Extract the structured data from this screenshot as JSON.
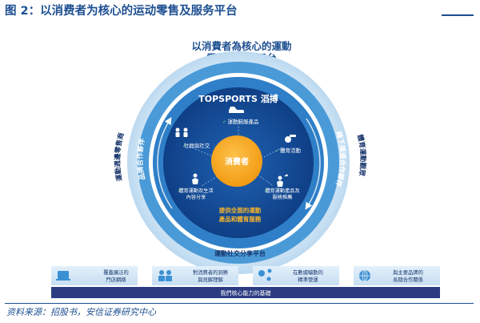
{
  "figure": {
    "title": "图 2：以消费者为核心的运动零售及服务平台",
    "source": "资料来源：招股书，安信证券研究中心"
  },
  "diagram": {
    "heading_line1": "以消費者為核心的運動",
    "heading_line2": "零售及服務平台",
    "brand": "TOPSPORTS 滔搏",
    "center": "消費者",
    "ring_left": "運動週邊零售商",
    "ring_left_inner": "品牌合作夥伴",
    "ring_right": "體育運動觀眾",
    "ring_right_inner": "線下渠道合作夥伴",
    "ring_bottom": "運動社交分享平台",
    "spoke_top": "運動鞋服產品",
    "spoke_left": "社群與社交",
    "spoke_right": "體育活動",
    "spoke_bottom_left_1": "體育運動及生活",
    "spoke_bottom_left_2": "內容分享",
    "spoke_bottom_right_1": "體育運動產品及",
    "spoke_bottom_right_2": "服務推薦",
    "core_1": "提供全面的運動",
    "core_2": "產品和體育服務",
    "bottom_boxes": [
      {
        "line1": "覆蓋廣泛的",
        "line2": "門店網絡"
      },
      {
        "line1": "對消費者的洞察",
        "line2": "與見解理解"
      },
      {
        "line1": "在數據驅動的",
        "line2": "精準營運"
      },
      {
        "line1": "與主要品牌的",
        "line2": "長期合作關係"
      }
    ],
    "foundation": "我們核心能力的基礎"
  },
  "colors": {
    "title": "#1d4f91",
    "outer_ring": "#3f8fd2",
    "dark_ring": "#16346b",
    "center": "#f4a11c",
    "bottom_bar": "#2c3c83",
    "box_icon": "#3b90d3"
  }
}
